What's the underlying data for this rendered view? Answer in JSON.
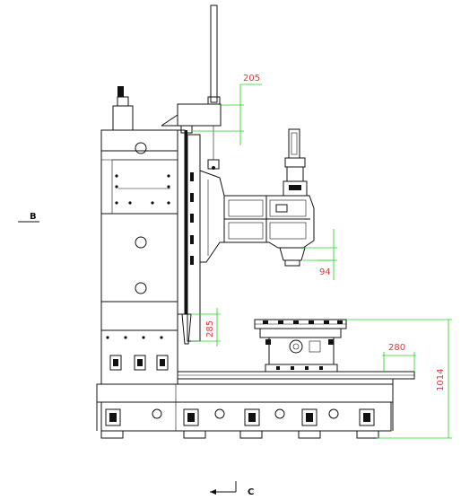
{
  "dimensions": {
    "d205": "205",
    "d94": "94",
    "d285": "285",
    "d280": "280",
    "d1014": "1014"
  },
  "view_labels": {
    "left": "B",
    "bottom": "C"
  },
  "colors": {
    "line": "#111111",
    "dimension_line": "#1bd61b",
    "dimension_text": "#e0383e"
  }
}
